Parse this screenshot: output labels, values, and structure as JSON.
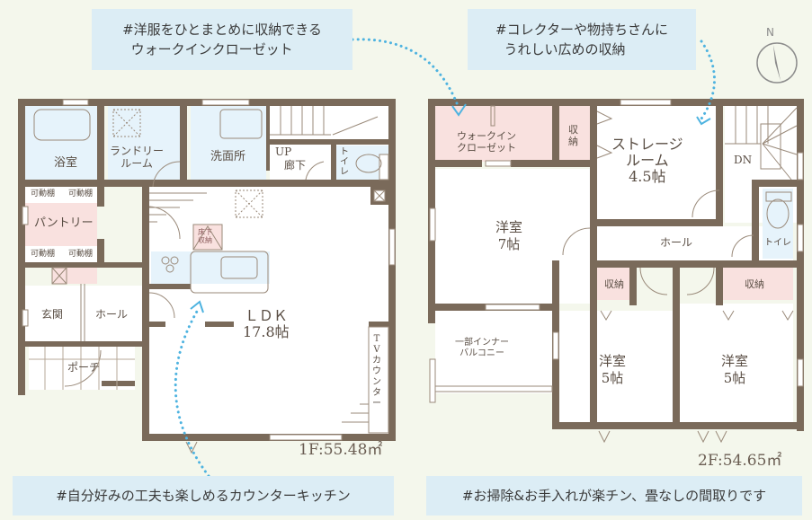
{
  "callouts": {
    "walk_in": "#洋服をひとまとめに収納できる\n  ウォークインクローゼット",
    "collector": "#コレクターや物持ちさんに\n  うれしい広めの収納",
    "kitchen": "#自分好みの工夫も楽しめるカウンターキッチン",
    "cleaning": "#お掃除&お手入れが楽チン、畳なしの間取りです"
  },
  "compass": {
    "label": "N"
  },
  "floor1": {
    "area": "1F:55.48㎡",
    "rooms": {
      "bath": "浴室",
      "laundry": "ランドリー\nルーム",
      "washroom": "洗面所",
      "up": "UP",
      "corridor": "廊下",
      "toilet": "ト\nイ\nレ",
      "shelf1": "可動棚",
      "shelf2": "可動棚",
      "shelf3": "可動棚",
      "shelf4": "可動棚",
      "pantry": "パントリー",
      "underfloor": "床下\n収納",
      "entrance": "玄関",
      "hall": "ホール",
      "porch": "ポーチ",
      "ldk": "ＬＤＫ\n17.8帖",
      "tv_counter": "T\nV\nカ\nウ\nン\nタ\nー"
    }
  },
  "floor2": {
    "area": "2F:54.65㎡",
    "rooms": {
      "walk_in": "ウォークイン\nクローゼット",
      "storage_small": "収\n納",
      "storage_room": "ストレージ\nルーム\n4.5帖",
      "dn": "DN",
      "western7": "洋室\n7帖",
      "hall": "ホール",
      "toilet": "トイレ",
      "storage_a": "収納",
      "storage_b": "収納",
      "balcony": "一部インナー\nバルコニー",
      "western5a": "洋室\n5帖",
      "western5b": "洋室\n5帖"
    }
  },
  "colors": {
    "wall": "#7a6a5a",
    "wet": "#e6f3fb",
    "storage": "#f9e1df",
    "callout": "#dcedf5",
    "arrow": "#4eb3e0",
    "bg": "#f4f7ec"
  }
}
